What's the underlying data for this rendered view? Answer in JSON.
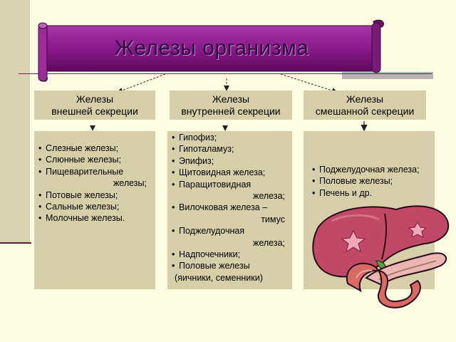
{
  "title": "Железы организма",
  "groups": [
    {
      "header_line1": "Железы",
      "header_line2": "внешней секреции",
      "items": [
        {
          "text": "Слезные железы;"
        },
        {
          "text": "Слюнные железы;"
        },
        {
          "text": "Пищеварительные",
          "cont": "железы;"
        },
        {
          "text": "Потовые железы;"
        },
        {
          "text": "Сальные железы;"
        },
        {
          "text": "Молочные железы."
        }
      ]
    },
    {
      "header_line1": "Железы",
      "header_line2": "внутренней секреции",
      "items": [
        {
          "text": "Гипофиз;"
        },
        {
          "text": "Гипоталамуз;"
        },
        {
          "text": "Эпифиз;"
        },
        {
          "text": "Щитовидная железа;"
        },
        {
          "text": "Паращитовидная",
          "cont": "железа;"
        },
        {
          "text": "Вилочковая железа –",
          "cont": "тимус"
        },
        {
          "text": "Поджелудочная",
          "cont": "железа;"
        },
        {
          "text": "Надпочечники;"
        },
        {
          "text": "Половые железы",
          "extra": "(яичники, семенники)"
        }
      ]
    },
    {
      "header_line1": "Железы",
      "header_line2": "смешанной секреции",
      "items": [
        {
          "text": "Поджелудочная железа;"
        },
        {
          "text": "Половые железы;"
        },
        {
          "text": "Печень и др."
        }
      ]
    }
  ],
  "colors": {
    "banner": "#8a1a8a",
    "box_fill": "#d6cfaa",
    "background": "#fdfde2"
  },
  "illustration": "liver-pancreas"
}
